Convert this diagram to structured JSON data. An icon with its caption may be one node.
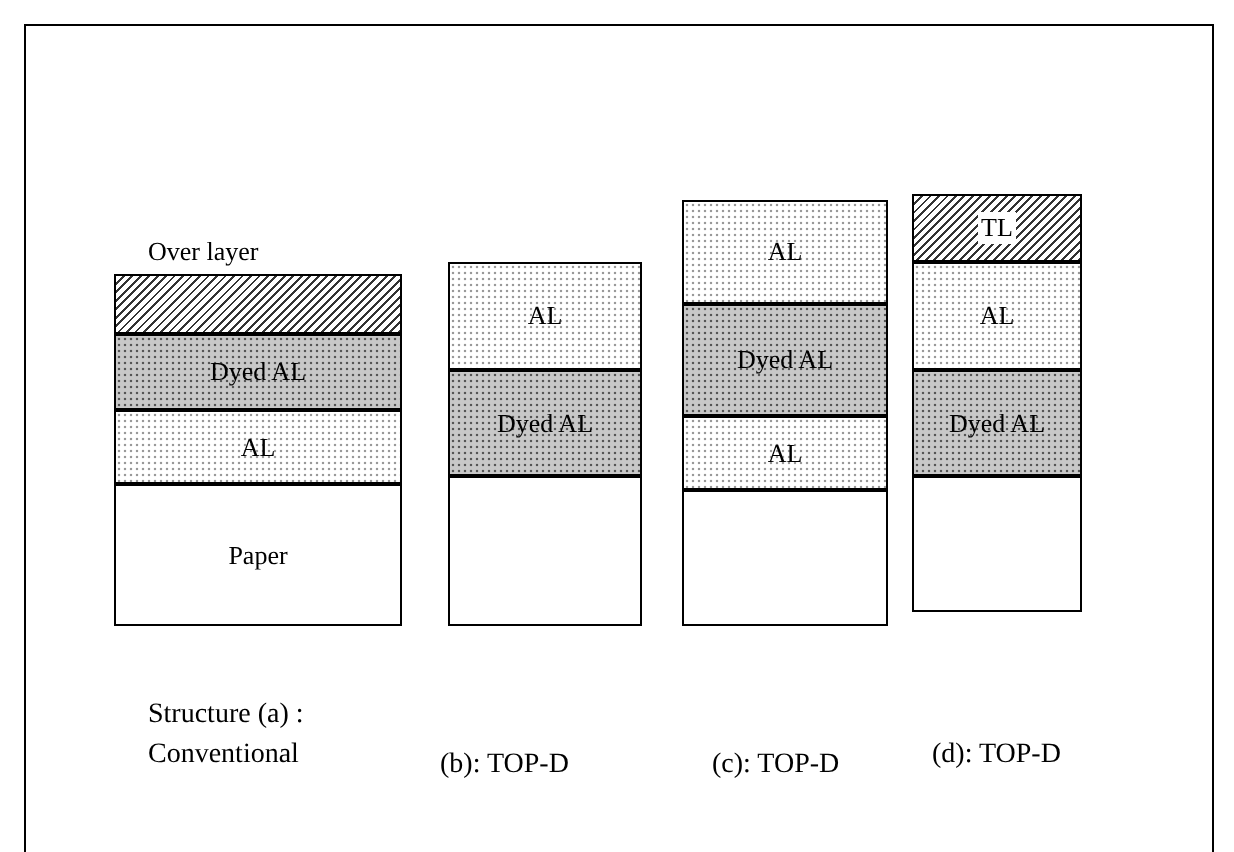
{
  "diagram": {
    "nodes": [
      {
        "text": [
          "Over layer"
        ]
      },
      {
        "text": [
          "Dyed AL"
        ]
      },
      {
        "text": [
          "AL"
        ]
      },
      {
        "text": [
          "Paper"
        ]
      },
      {
        "text": [
          "AL"
        ]
      },
      {
        "text": [
          "Dyed AL"
        ]
      },
      {
        "text": [],
        "shape": "box"
      },
      {
        "text": [
          "AL"
        ]
      },
      {
        "text": [
          "Dyed AL"
        ]
      },
      {
        "text": [
          "AL"
        ]
      },
      {
        "text": [],
        "shape": "box"
      },
      {
        "text": [
          "TL"
        ]
      },
      {
        "text": [
          "AL"
        ]
      },
      {
        "text": [
          "Dyed AL"
        ]
      },
      {
        "text": [],
        "shape": "box"
      }
    ],
    "labels": [
      "Structure (a) : Conventional",
      "(b): TOP-D",
      "(c): TOP-D",
      "(d): TOP-D"
    ]
  }
}
